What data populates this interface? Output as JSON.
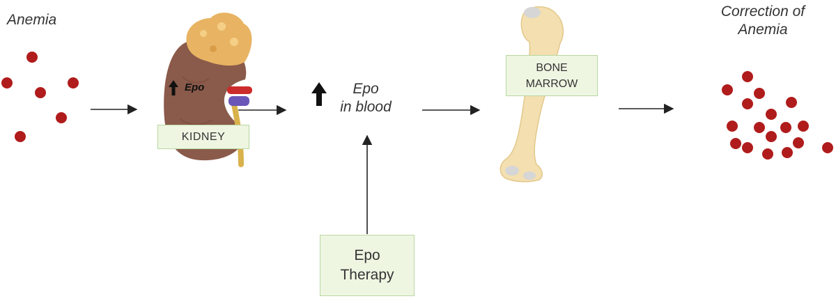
{
  "labels": {
    "anemia": "Anemia",
    "epo_small": "Epo",
    "epo_in_blood_line1": "Epo",
    "epo_in_blood_line2": "in blood",
    "correction_line1": "Correction of",
    "correction_line2": "Anemia"
  },
  "boxes": {
    "kidney": "KIDNEY",
    "bone_marrow_line1": "BONE",
    "bone_marrow_line2": "MARROW",
    "epo_therapy_line1": "Epo",
    "epo_therapy_line2": "Therapy"
  },
  "icons": [
    "kidney-icon",
    "adrenal-gland-icon",
    "bone-icon",
    "red-blood-cell-icon",
    "up-arrow-icon"
  ],
  "colors": {
    "blood_cell": "#b01c1c",
    "kidney": "#8a5a4a",
    "adrenal": "#e8b463",
    "bone": "#f3dfb0",
    "box_fill": "#eef6e2",
    "box_border": "#b8d7a0",
    "artery": "#cc2b2b",
    "vein": "#6a56b8",
    "ureter": "#d9b24c"
  }
}
